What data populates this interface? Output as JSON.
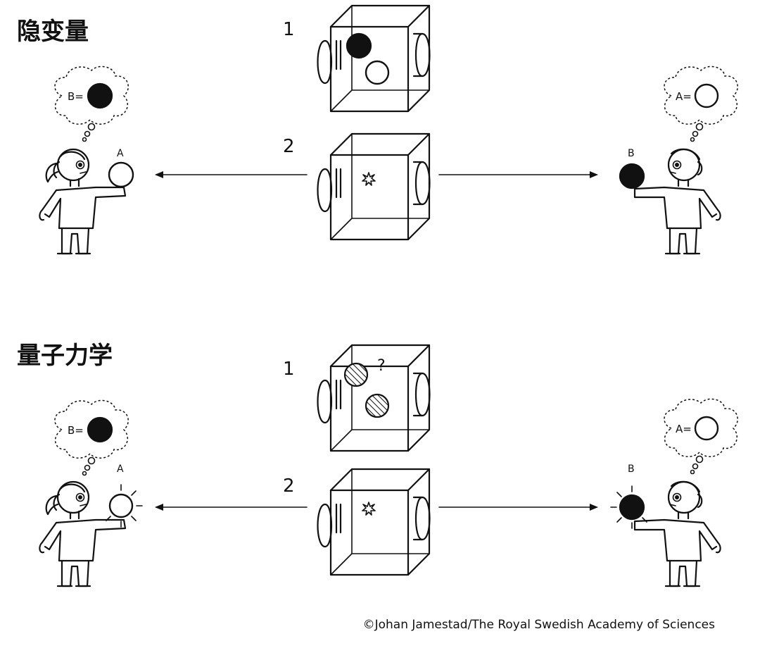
{
  "sections": [
    {
      "title": "隐变量",
      "step1": "1",
      "step2": "2",
      "left_bubble": "B=",
      "right_bubble": "A=",
      "left_ball_label": "A",
      "right_ball_label": "B"
    },
    {
      "title": "量子力学",
      "step1": "1",
      "step2": "2",
      "question_mark": "?",
      "left_bubble": "B=",
      "right_bubble": "A=",
      "left_ball_label": "A",
      "right_ball_label": "B"
    }
  ],
  "credit": "©Johan Jamestad/The Royal Swedish Academy of Sciences"
}
